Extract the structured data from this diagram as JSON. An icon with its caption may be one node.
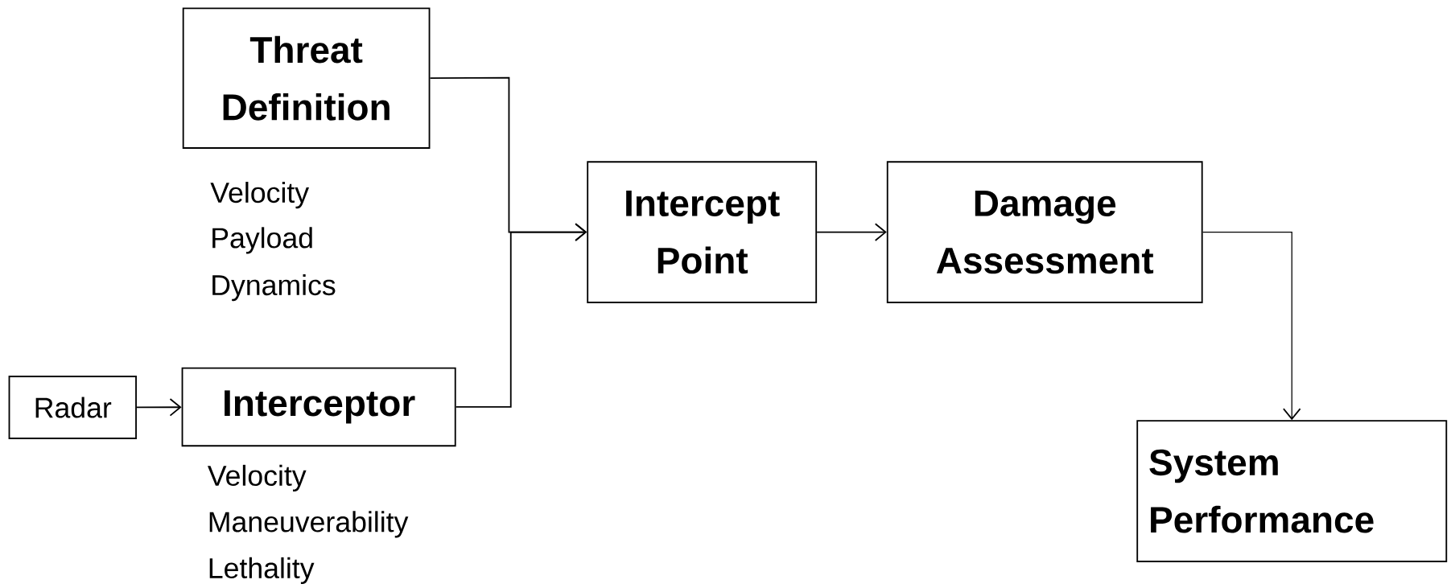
{
  "diagram": {
    "nodes": [
      {
        "text": [
          "Threat Definition"
        ],
        "beside": [
          "Velocity",
          "Payload",
          "Dynamics"
        ]
      },
      {
        "text": [
          "Radar"
        ]
      },
      {
        "text": [
          "Interceptor"
        ],
        "beside": [
          "Velocity",
          "Maneuverability",
          "Lethality"
        ]
      },
      {
        "text": [
          "Intercept Point"
        ]
      },
      {
        "text": [
          "Damage Assessment"
        ]
      },
      {
        "text": [
          "System Performance"
        ]
      }
    ],
    "edges": [
      {
        "from": 0,
        "to": 3,
        "arrow": "to"
      },
      {
        "from": 2,
        "to": 3,
        "arrow": "to"
      },
      {
        "from": 1,
        "to": 2,
        "arrow": "to"
      },
      {
        "from": 3,
        "to": 4,
        "arrow": "to"
      },
      {
        "from": 4,
        "to": 5,
        "arrow": "to"
      }
    ]
  }
}
